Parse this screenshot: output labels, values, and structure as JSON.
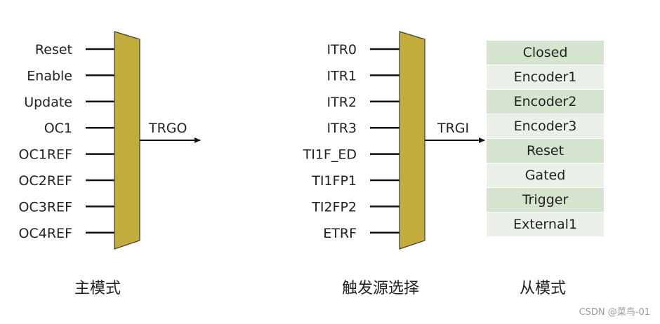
{
  "colors": {
    "mux_fill": "#c1ac3c",
    "mux_stroke": "#3d3d3d",
    "line": "#111111",
    "text": "#222222"
  },
  "master": {
    "inputs": [
      "Reset",
      "Enable",
      "Update",
      "OC1",
      "OC1REF",
      "OC2REF",
      "OC3REF",
      "OC4REF"
    ],
    "output_label": "TRGO",
    "caption": "主模式"
  },
  "trigger_select": {
    "inputs": [
      "ITR0",
      "ITR1",
      "ITR2",
      "ITR3",
      "TI1F_ED",
      "TI1FP1",
      "TI2FP2",
      "ETRF"
    ],
    "output_label": "TRGI",
    "caption": "触发源选择"
  },
  "slave": {
    "modes": [
      "Closed",
      "Encoder1",
      "Encoder2",
      "Encoder3",
      "Reset",
      "Gated",
      "Trigger",
      "External1"
    ],
    "caption": "从模式"
  },
  "watermark": "CSDN @菜鸟-01"
}
